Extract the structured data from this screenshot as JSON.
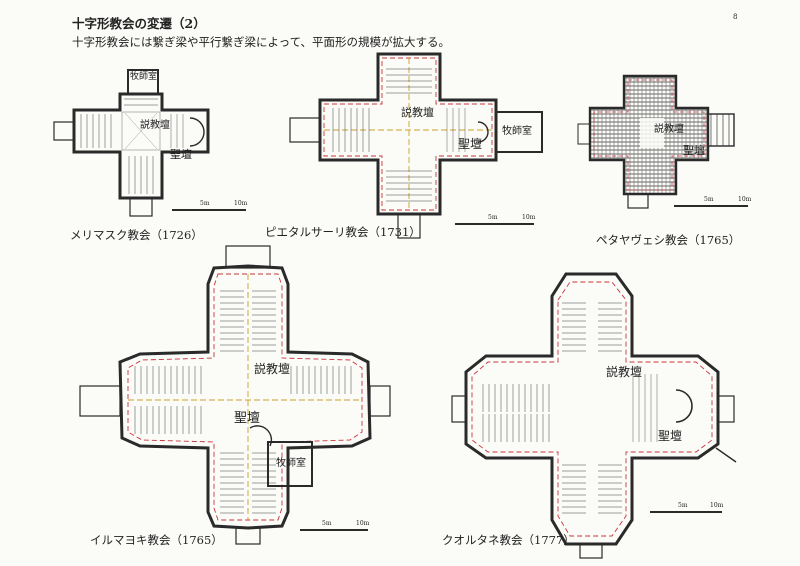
{
  "header": {
    "title": "十字形教会の変遷（2）",
    "subtitle": "十字形教会には繋ぎ梁や平行繋ぎ梁によって、平面形の規模が拡大する。",
    "page_mark": "8"
  },
  "room_labels": {
    "pulpit": "説教壇",
    "altar": "聖壇",
    "vestry": "牧師室"
  },
  "scale": {
    "five": "5m",
    "ten": "10m"
  },
  "churches": [
    {
      "caption": "メリマスク教会（1726）"
    },
    {
      "caption": "ピエタルサーリ教会（1731）"
    },
    {
      "caption": "ペタヤヴェシ教会（1765）"
    },
    {
      "caption": "イルマヨキ教会（1765）"
    },
    {
      "caption": "クオルタネ教会（1777）"
    }
  ],
  "colors": {
    "wall": "#2a2a2a",
    "red_line": "#c8333a",
    "yellow_line": "#c9a227",
    "pew": "#555555",
    "hatch": "#6a6a6a"
  }
}
